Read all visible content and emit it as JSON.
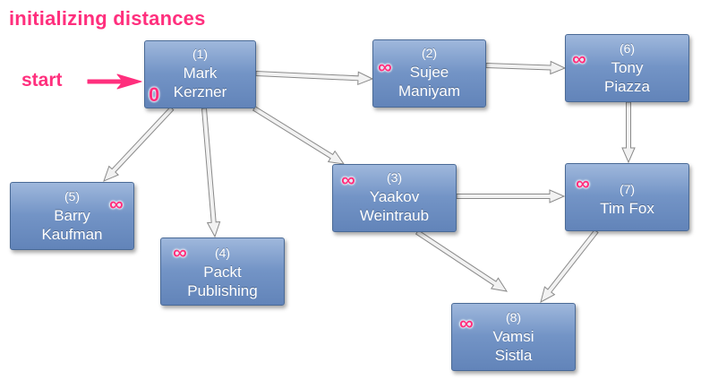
{
  "title": "initializing distances",
  "start_label": "start",
  "nodes": [
    {
      "id": "1",
      "num": "(1)",
      "line1": "Mark",
      "line2": "Kerzner",
      "dist": "0"
    },
    {
      "id": "2",
      "num": "(2)",
      "line1": "Sujee",
      "line2": "Maniyam",
      "dist": "∞"
    },
    {
      "id": "3",
      "num": "(3)",
      "line1": "Yaakov",
      "line2": "Weintraub",
      "dist": "∞"
    },
    {
      "id": "4",
      "num": "(4)",
      "line1": "Packt",
      "line2": "Publishing",
      "dist": "∞"
    },
    {
      "id": "5",
      "num": "(5)",
      "line1": "Barry",
      "line2": "Kaufman",
      "dist": "∞"
    },
    {
      "id": "6",
      "num": "(6)",
      "line1": "Tony",
      "line2": "Piazza",
      "dist": "∞"
    },
    {
      "id": "7",
      "num": "(7)",
      "line1": "Tim Fox",
      "line2": "",
      "dist": "∞"
    },
    {
      "id": "8",
      "num": "(8)",
      "line1": "Vamsi",
      "line2": "Sistla",
      "dist": "∞"
    }
  ],
  "edges": [
    {
      "from": "1",
      "to": "2"
    },
    {
      "from": "1",
      "to": "5"
    },
    {
      "from": "1",
      "to": "4"
    },
    {
      "from": "1",
      "to": "3"
    },
    {
      "from": "2",
      "to": "6"
    },
    {
      "from": "6",
      "to": "7"
    },
    {
      "from": "3",
      "to": "7"
    },
    {
      "from": "3",
      "to": "8"
    },
    {
      "from": "7",
      "to": "8"
    }
  ],
  "colors": {
    "accent": "#ff2f7d",
    "node_fill": "#7394c6",
    "node_border": "#4a6a96",
    "edge_fill": "#f2f2f2",
    "edge_stroke": "#8a8a8a"
  }
}
